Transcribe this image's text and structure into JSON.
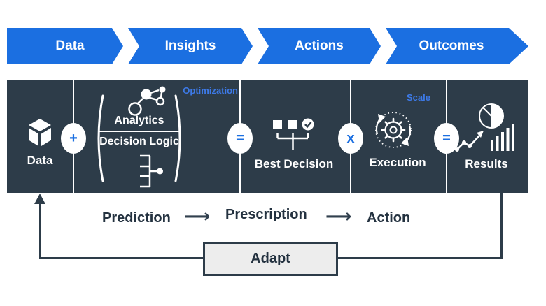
{
  "banner": {
    "steps": [
      {
        "label": "Data"
      },
      {
        "label": "Insights"
      },
      {
        "label": "Actions"
      },
      {
        "label": "Outcomes"
      }
    ]
  },
  "panel": {
    "data": {
      "label": "Data"
    },
    "analytics": {
      "tag": "Optimization",
      "numerator": "Analytics",
      "denominator": "Decision Logic"
    },
    "best_decision": {
      "label": "Best Decision"
    },
    "execution": {
      "label": "Execution",
      "tag": "Scale"
    },
    "results": {
      "label": "Results"
    },
    "operators": [
      {
        "symbol": "+"
      },
      {
        "symbol": "="
      },
      {
        "symbol": "x"
      },
      {
        "symbol": "="
      }
    ]
  },
  "flow": {
    "steps": [
      "Prediction",
      "Prescription",
      "Action"
    ],
    "arrow": "⟶"
  },
  "feedback": {
    "label": "Adapt"
  },
  "colors": {
    "banner_blue": "#1b6fe1",
    "panel_navy": "#2d3c49",
    "accent_blue": "#3d7ae8",
    "operator_blue": "#1b6fe1",
    "adapt_fill": "#ededed",
    "text_dark": "#243240",
    "white": "#ffffff"
  }
}
